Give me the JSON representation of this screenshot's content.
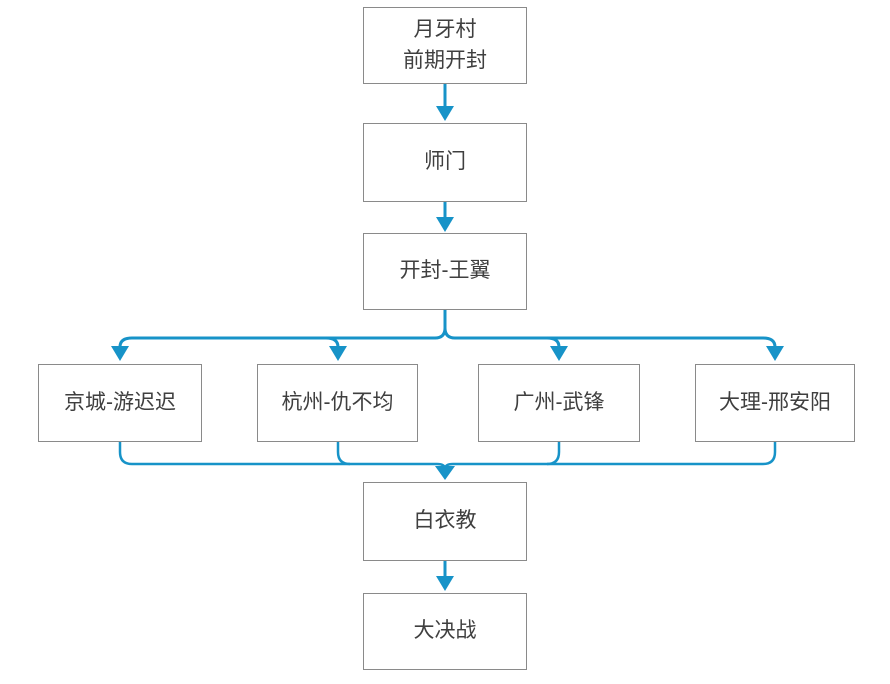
{
  "colors": {
    "accent": "#1793c8",
    "node-border": "#8a8a8a",
    "node-text": "#3f3f3f",
    "canvas-bg": "#ffffff"
  },
  "diagram": {
    "type": "flowchart",
    "direction": "top-down",
    "nodes": [
      {
        "id": "yueyacun",
        "label": "月牙村\n前期开封"
      },
      {
        "id": "shimen",
        "label": "师门"
      },
      {
        "id": "kaifeng-wangyi",
        "label": "开封-王翼"
      },
      {
        "id": "jingcheng-youchichi",
        "label": "京城-游迟迟"
      },
      {
        "id": "hangzhou-choubujun",
        "label": "杭州-仇不均"
      },
      {
        "id": "guangzhou-wufeng",
        "label": "广州-武锋"
      },
      {
        "id": "dali-xinganyang",
        "label": "大理-邢安阳"
      },
      {
        "id": "baiyijiao",
        "label": "白衣教"
      },
      {
        "id": "dajuezhan",
        "label": "大决战"
      }
    ],
    "edges": [
      {
        "from": "月牙村 前期开封",
        "to": "师门"
      },
      {
        "from": "师门",
        "to": "开封-王翼"
      },
      {
        "from": "开封-王翼",
        "to": "京城-游迟迟"
      },
      {
        "from": "开封-王翼",
        "to": "杭州-仇不均"
      },
      {
        "from": "开封-王翼",
        "to": "广州-武锋"
      },
      {
        "from": "开封-王翼",
        "to": "大理-邢安阳"
      },
      {
        "from": "京城-游迟迟",
        "to": "白衣教"
      },
      {
        "from": "杭州-仇不均",
        "to": "白衣教"
      },
      {
        "from": "广州-武锋",
        "to": "白衣教"
      },
      {
        "from": "大理-邢安阳",
        "to": "白衣教"
      },
      {
        "from": "白衣教",
        "to": "大决战"
      }
    ]
  }
}
